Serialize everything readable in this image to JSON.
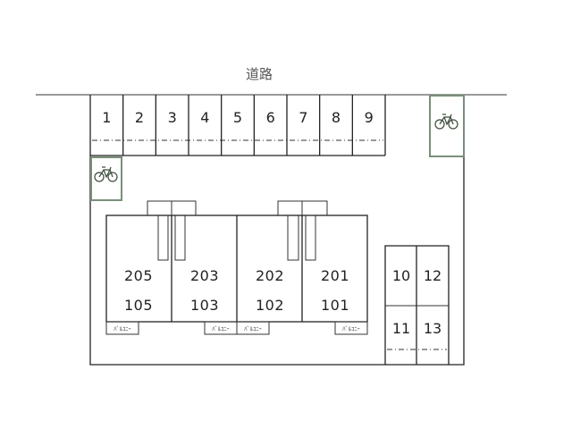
{
  "road": {
    "label": "道路"
  },
  "parking_top": [
    "1",
    "2",
    "3",
    "4",
    "5",
    "6",
    "7",
    "8",
    "9"
  ],
  "parking_right": {
    "top": [
      "10",
      "12"
    ],
    "bottom": [
      "11",
      "13"
    ]
  },
  "units": [
    {
      "upper": "205",
      "lower": "105"
    },
    {
      "upper": "203",
      "lower": "103"
    },
    {
      "upper": "202",
      "lower": "102"
    },
    {
      "upper": "201",
      "lower": "101"
    }
  ],
  "balcony_label": "ﾊﾞﾙｺﾆｰ",
  "icons": {
    "bicycle": "bicycle-icon"
  },
  "colors": {
    "bike_box_border": "#7a8f7a",
    "line": "#222222"
  }
}
